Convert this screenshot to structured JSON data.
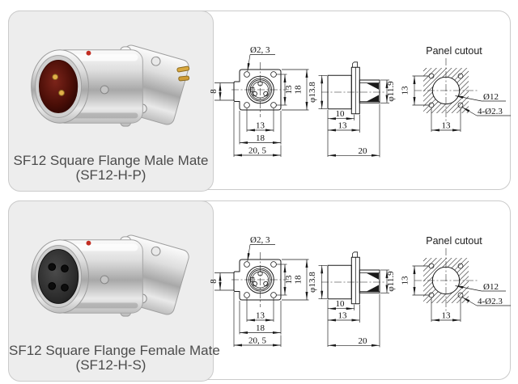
{
  "panels": [
    {
      "caption_line1": "SF12 Square Flange Male Mate",
      "caption_line2": "(SF12-H-P)",
      "variant": "male"
    },
    {
      "caption_line1": "SF12 Square Flange Female Mate",
      "caption_line2": "(SF12-H-S)",
      "variant": "female"
    }
  ],
  "drawing": {
    "panel_cutout_title": "Panel cutout",
    "front": {
      "corner_hole_dia": "Ø2, 3",
      "tab_height": "8",
      "v_hole_spacing": "13",
      "v_flange_size": "18",
      "h_hole_spacing": "13",
      "h_flange_size": "18",
      "overall_width": "20, 5"
    },
    "side": {
      "body_dia": "φ13.8",
      "len_body": "10",
      "len_to_flange": "13",
      "len_overall": "20",
      "rear_dia": "φ11.9"
    },
    "cutout": {
      "v_hole_spacing": "13",
      "center_hole_dia": "Ø12",
      "corner_holes": "4-Ø2.3",
      "h_hole_spacing": "13"
    }
  },
  "colors": {
    "panel_border": "#cbcbcb",
    "photo_background": "#ededed",
    "caption_text": "#4c4c4c",
    "drawing_line": "#1a1a1a",
    "indicator_dot": "#c22d22",
    "male_insert": "#5c130a",
    "female_insert": "#2e2e2e",
    "pin_gold": "#d9a83f"
  }
}
